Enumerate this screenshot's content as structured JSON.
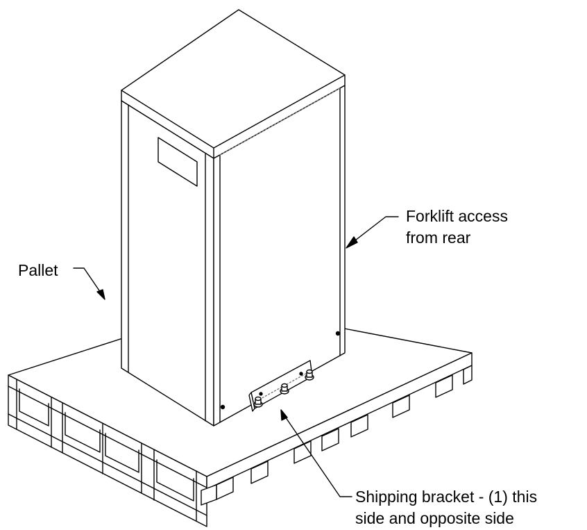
{
  "callouts": {
    "forklift": {
      "line1": "Forklift access",
      "line2": "from rear"
    },
    "pallet": {
      "text": "Pallet"
    },
    "bracket": {
      "line1": "Shipping bracket - (1) this",
      "line2": "side and opposite side"
    }
  },
  "colors": {
    "line": "#000000",
    "fill": "#ffffff",
    "hidden_edge": "#777777"
  }
}
